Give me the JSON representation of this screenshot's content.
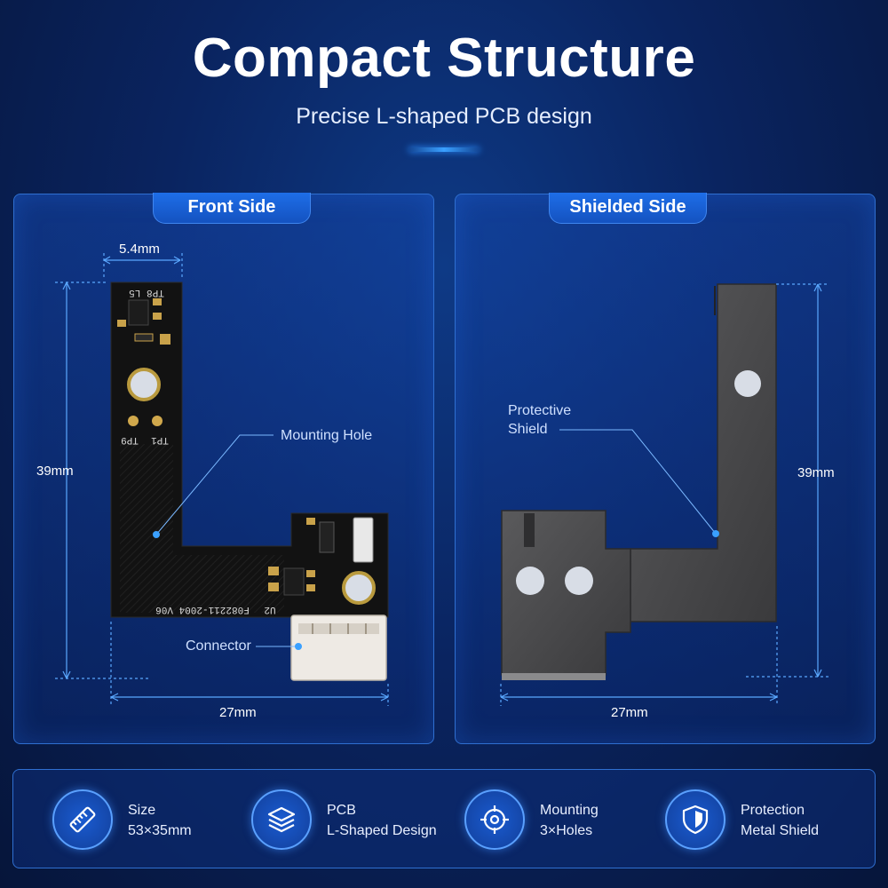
{
  "header": {
    "title": "Compact Structure",
    "subtitle": "Precise L-shaped PCB design"
  },
  "front_panel": {
    "tab_label": "Front Side",
    "width_top": "5.4mm",
    "height": "39mm",
    "width_bottom": "27mm",
    "callout_mounting_hole": "Mounting Hole",
    "callout_connector": "Connector",
    "silk_top": "TP8 L5",
    "silk_tp9": "TP9",
    "silk_tp1": "TP1",
    "silk_u2": "U2",
    "silk_part": "F082211-2004 V06"
  },
  "shield_panel": {
    "tab_label": "Shielded Side",
    "callout_shield_line1": "Protective",
    "callout_shield_line2": "Shield",
    "height": "39mm",
    "width_bottom": "27mm"
  },
  "features": [
    {
      "icon": "ruler-icon",
      "line1": "Size",
      "line2": "53×35mm"
    },
    {
      "icon": "layers-icon",
      "line1": "PCB",
      "line2": "L-Shaped Design"
    },
    {
      "icon": "crosshair-icon",
      "line1": "Mounting",
      "line2": "3×Holes"
    },
    {
      "icon": "shield-check-icon",
      "line1": "Protection",
      "line2": "Metal Shield"
    }
  ],
  "colors": {
    "accent": "#2f6fd0",
    "pcb": "#141414",
    "shield": "#4a4a4c"
  }
}
